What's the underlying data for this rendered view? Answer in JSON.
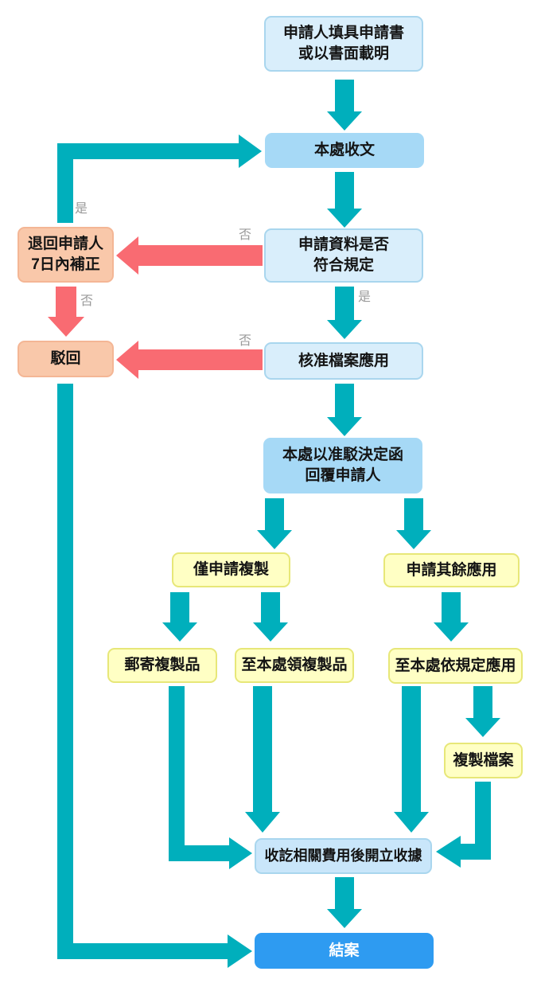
{
  "flowchart": {
    "nodes": {
      "apply": "申請人填具申請書\n或以書面載明",
      "receive": "本處收文",
      "check": "申請資料是否\n符合規定",
      "return": "退回申請人\n7日內補正",
      "approve": "核准檔案應用",
      "reject": "駁回",
      "notify": "本處以准駁決定函\n回覆申請人",
      "copy_only": "僅申請複製",
      "other_use": "申請其餘應用",
      "mail_copy": "郵寄複製品",
      "pickup_copy": "至本處領複製品",
      "onsite_use": "至本處依規定應用",
      "copy_archive": "複製檔案",
      "fee_receipt": "收訖相關費用後開立收據",
      "close": "結案"
    },
    "edge_labels": {
      "yes_return_to_receive": "是",
      "no_check_to_return": "否",
      "yes_check_to_approve": "是",
      "no_return_to_reject": "否",
      "no_approve_to_reject": "否"
    },
    "edges": [
      {
        "from": "apply",
        "to": "receive"
      },
      {
        "from": "return",
        "to": "receive",
        "label": "是"
      },
      {
        "from": "receive",
        "to": "check"
      },
      {
        "from": "check",
        "to": "return",
        "label": "否"
      },
      {
        "from": "check",
        "to": "approve",
        "label": "是"
      },
      {
        "from": "return",
        "to": "reject",
        "label": "否"
      },
      {
        "from": "approve",
        "to": "reject",
        "label": "否"
      },
      {
        "from": "approve",
        "to": "notify"
      },
      {
        "from": "notify",
        "to": "copy_only"
      },
      {
        "from": "notify",
        "to": "other_use"
      },
      {
        "from": "copy_only",
        "to": "mail_copy"
      },
      {
        "from": "copy_only",
        "to": "pickup_copy"
      },
      {
        "from": "other_use",
        "to": "onsite_use"
      },
      {
        "from": "mail_copy",
        "to": "fee_receipt"
      },
      {
        "from": "pickup_copy",
        "to": "fee_receipt"
      },
      {
        "from": "onsite_use",
        "to": "fee_receipt"
      },
      {
        "from": "onsite_use",
        "to": "copy_archive"
      },
      {
        "from": "copy_archive",
        "to": "fee_receipt"
      },
      {
        "from": "fee_receipt",
        "to": "close"
      },
      {
        "from": "reject",
        "to": "close"
      }
    ],
    "colors": {
      "teal_arrow": "#00AFBC",
      "red_arrow": "#F96B72",
      "light_blue_box": "#D9EEFB",
      "medium_blue_box": "#A6D9F6",
      "fee_blue_box": "#C9E6FA",
      "salmon_box": "#F9C8AA",
      "yellow_box": "#FFFFC4",
      "close_blue_box": "#2E9BF1",
      "label_gray": "#9A9A9A"
    }
  }
}
